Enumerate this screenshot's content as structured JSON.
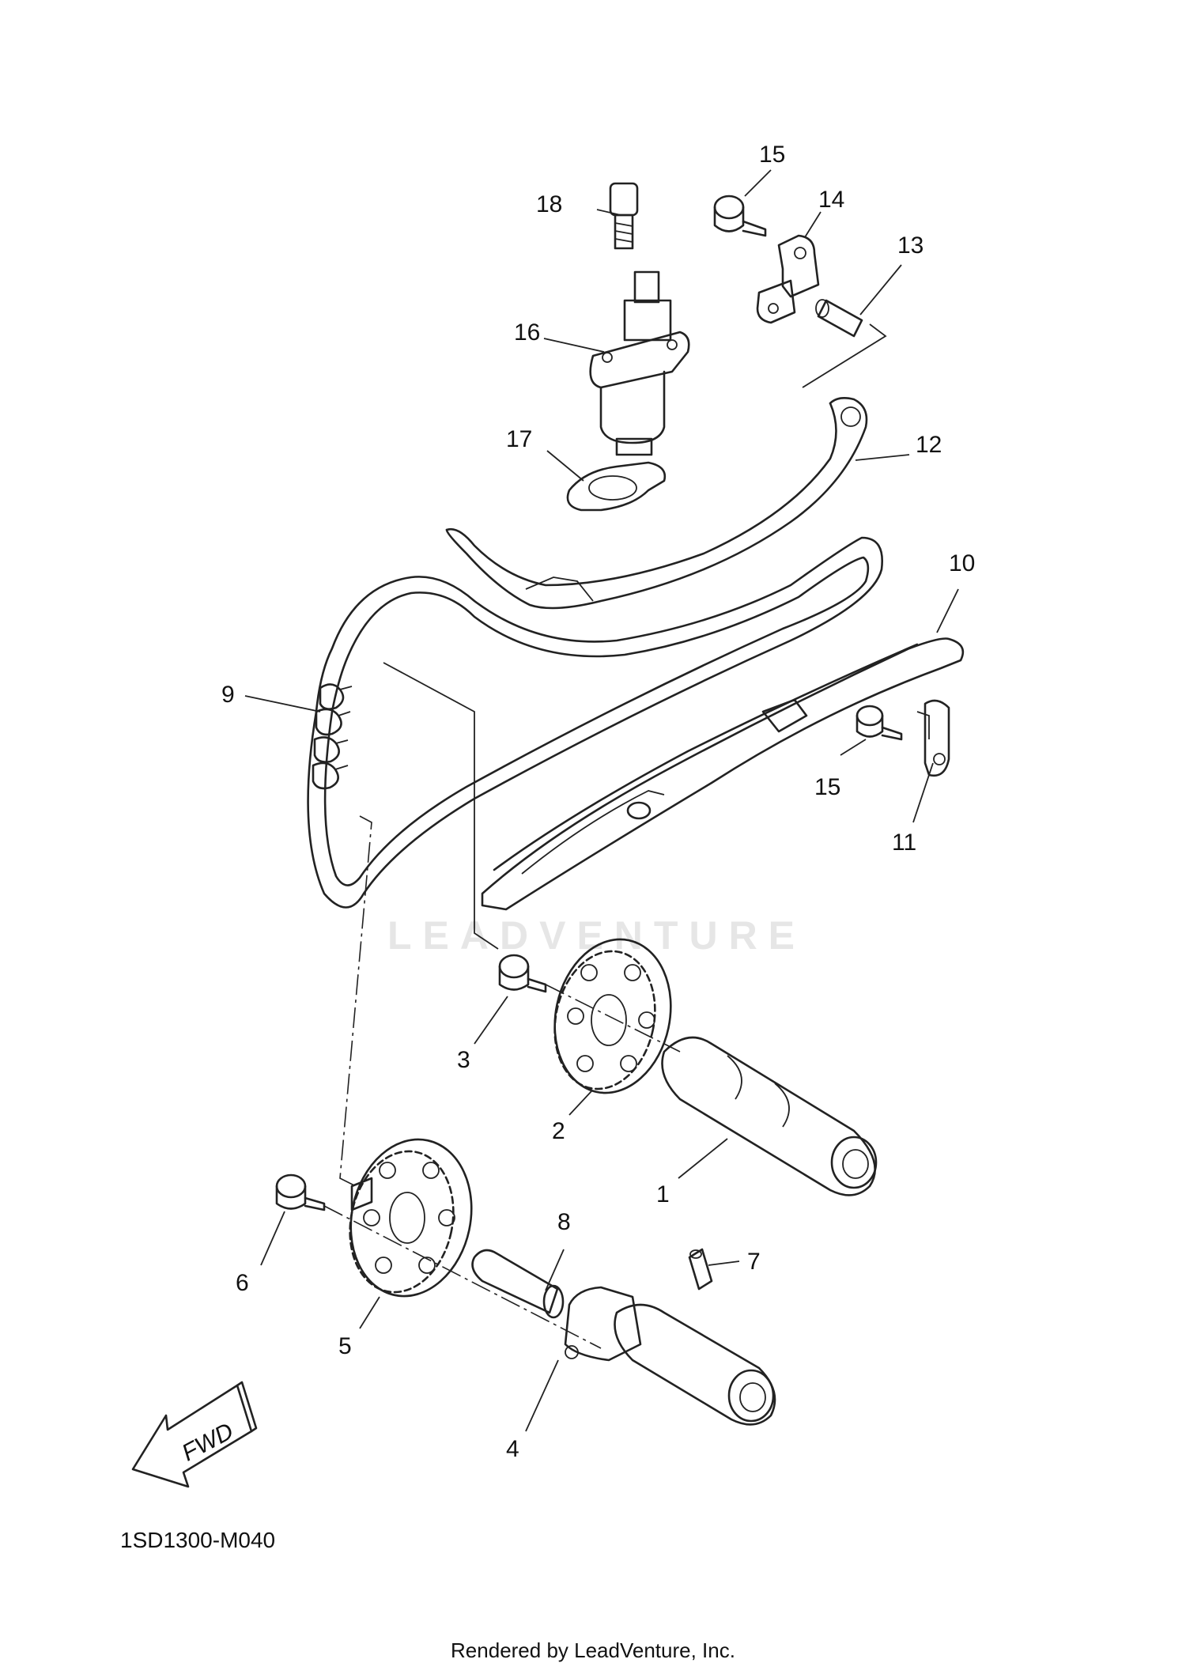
{
  "callouts": [
    {
      "id": "1",
      "label": "1"
    },
    {
      "id": "2",
      "label": "2"
    },
    {
      "id": "3",
      "label": "3"
    },
    {
      "id": "4",
      "label": "4"
    },
    {
      "id": "5",
      "label": "5"
    },
    {
      "id": "6",
      "label": "6"
    },
    {
      "id": "7",
      "label": "7"
    },
    {
      "id": "8",
      "label": "8"
    },
    {
      "id": "9",
      "label": "9"
    },
    {
      "id": "10",
      "label": "10"
    },
    {
      "id": "11",
      "label": "11"
    },
    {
      "id": "12",
      "label": "12"
    },
    {
      "id": "13",
      "label": "13"
    },
    {
      "id": "14",
      "label": "14"
    },
    {
      "id": "15a",
      "label": "15"
    },
    {
      "id": "15b",
      "label": "15"
    },
    {
      "id": "16",
      "label": "16"
    },
    {
      "id": "17",
      "label": "17"
    },
    {
      "id": "18",
      "label": "18"
    }
  ],
  "fwd_label": "FWD",
  "watermark": "LEADVENTURE",
  "diagram_code": "1SD1300-M040",
  "footer": "Rendered by LeadVenture, Inc."
}
